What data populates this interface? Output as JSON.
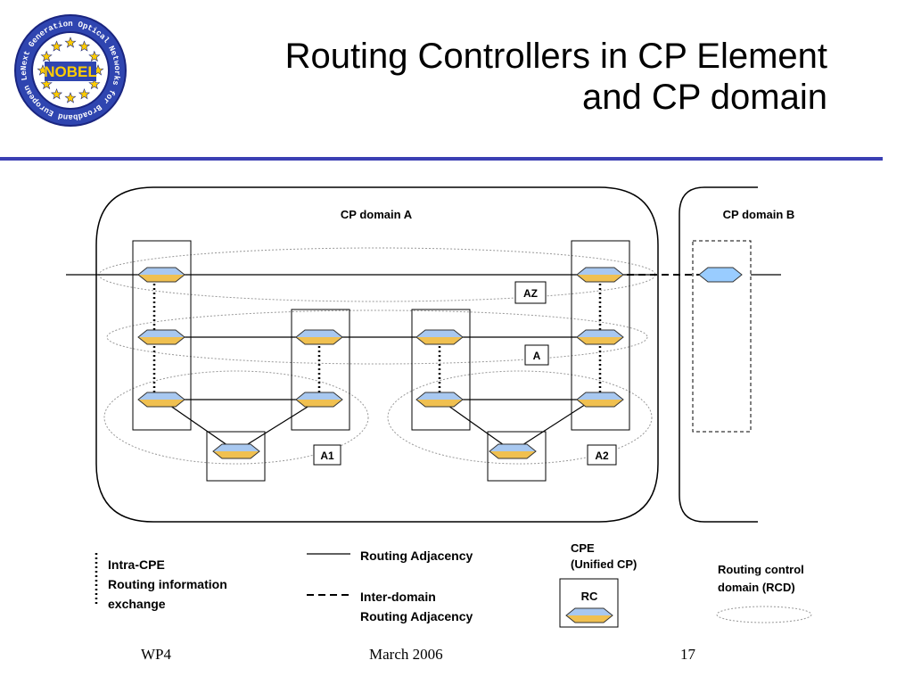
{
  "slide": {
    "title_line1": "Routing Controllers in CP Element",
    "title_line2": "and CP domain",
    "accent_color": "#3a3fb3"
  },
  "logo": {
    "center_text": "NOBEL",
    "ring_text": "Next Generation Optical Networks for Broadband European Leadership",
    "icon": "nobel-logo-stars-ring"
  },
  "diagram": {
    "domain_a_label": "CP domain  A",
    "domain_b_label": "CP domain  B",
    "level_labels": {
      "az": "AZ",
      "a": "A",
      "a1": "A1",
      "a2": "A2"
    },
    "rc_gradient": {
      "top": "#a8c8f0",
      "bottom": "#f0c050"
    },
    "rc_blue": "#99ccff"
  },
  "legend": {
    "intra_line1": "Intra-CPE",
    "intra_line2": "Routing information",
    "intra_line3": "exchange",
    "routing_adjacency": "Routing Adjacency",
    "inter_line1": "Inter-domain",
    "inter_line2": "Routing Adjacency",
    "cpe_line1": "CPE",
    "cpe_line2": "(Unified CP)",
    "rc_label": "RC",
    "rcd_line1": "Routing control",
    "rcd_line2": "domain (RCD)"
  },
  "footer": {
    "left": "WP4",
    "center": "March 2006",
    "page_number": "17"
  }
}
